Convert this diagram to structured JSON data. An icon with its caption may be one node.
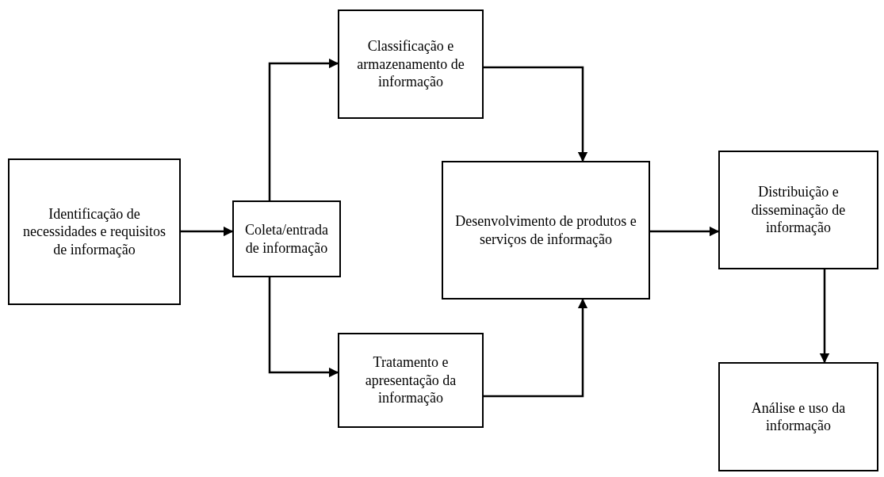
{
  "diagram": {
    "nodes": [
      {
        "text": [
          "Identificação de necessidades e requisitos de informação"
        ]
      },
      {
        "text": [
          "Coleta/entrada de informação"
        ]
      },
      {
        "text": [
          "Classificação e armazenamento de informação"
        ]
      },
      {
        "text": [
          "Tratamento e apresentação da informação"
        ]
      },
      {
        "text": [
          "Desenvolvimento de produtos e serviços de informação"
        ]
      },
      {
        "text": [
          "Distribuição e disseminação de informação"
        ]
      },
      {
        "text": [
          "Análise e uso da informação"
        ]
      }
    ],
    "edges": [
      {
        "from": 0,
        "to": 1,
        "arrow": "to"
      },
      {
        "from": 1,
        "to": 2,
        "arrow": "to"
      },
      {
        "from": 1,
        "to": 3,
        "arrow": "to"
      },
      {
        "from": 2,
        "to": 4,
        "arrow": "to"
      },
      {
        "from": 3,
        "to": 4,
        "arrow": "to"
      },
      {
        "from": 4,
        "to": 5,
        "arrow": "to"
      },
      {
        "from": 5,
        "to": 6,
        "arrow": "to"
      }
    ]
  }
}
